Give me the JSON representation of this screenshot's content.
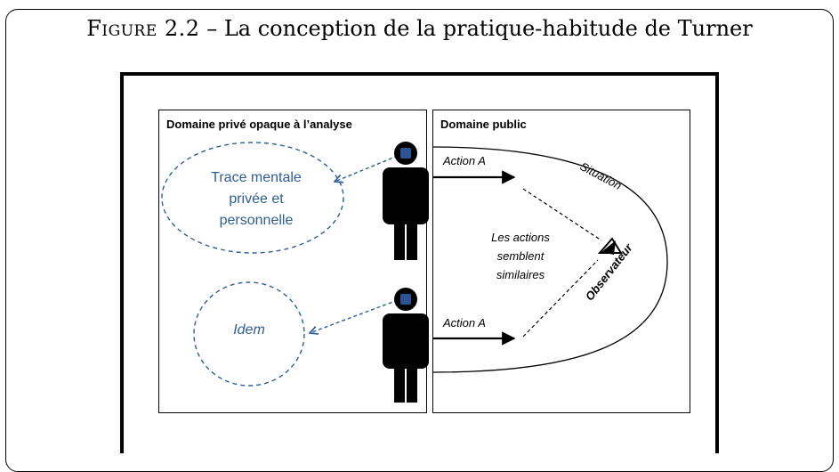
{
  "figure": {
    "label": "Figure 2.2",
    "separator": "–",
    "title": "La conception de la pratique-habitude de Turner"
  },
  "left_panel": {
    "title": "Domaine privé opaque à l’analyse",
    "ellipse_top": {
      "lines": [
        "Trace mentale",
        "privée et",
        "personnelle"
      ]
    },
    "ellipse_bottom": {
      "text": "Idem"
    }
  },
  "right_panel": {
    "title": "Domaine public",
    "action_top": "Action A",
    "action_bottom": "Action A",
    "middle_text": {
      "lines": [
        "Les actions",
        "semblent",
        "similaires"
      ]
    },
    "situation_label": "Situation",
    "observer_label": "Observateur"
  },
  "colors": {
    "ellipse_stroke": "#2e5e95",
    "ellipse_text": "#2e5e95",
    "person": "#000000",
    "head_face": "#2f5496"
  },
  "icons": {
    "person": "person-silhouette-icon",
    "eye": "observer-eye-icon"
  }
}
